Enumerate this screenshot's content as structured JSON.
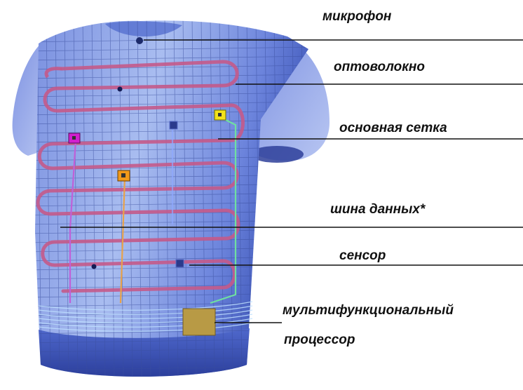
{
  "labels": {
    "microphone": "микрофон",
    "optical_fiber": "оптоволокно",
    "base_grid": "основная сетка",
    "data_bus": "шина данных*",
    "sensor": "сенсор",
    "processor_line1": "мультифункциональный",
    "processor_line2": "процессор"
  },
  "colors": {
    "shirt_light": "#9fb4ec",
    "shirt_mid": "#5f78d8",
    "shirt_dark": "#2f44a8",
    "fiber": "#c45a8a",
    "grid": "#3b4f9e",
    "bus_orange": "#e8a24a",
    "bus_purple": "#c060d8",
    "bus_green": "#6fe0a0",
    "sensor_yellow": "#f2e21a",
    "sensor_magenta": "#d21fcf",
    "sensor_orange": "#f29a1a",
    "processor": "#b89a45",
    "leader_line": "#111111"
  }
}
